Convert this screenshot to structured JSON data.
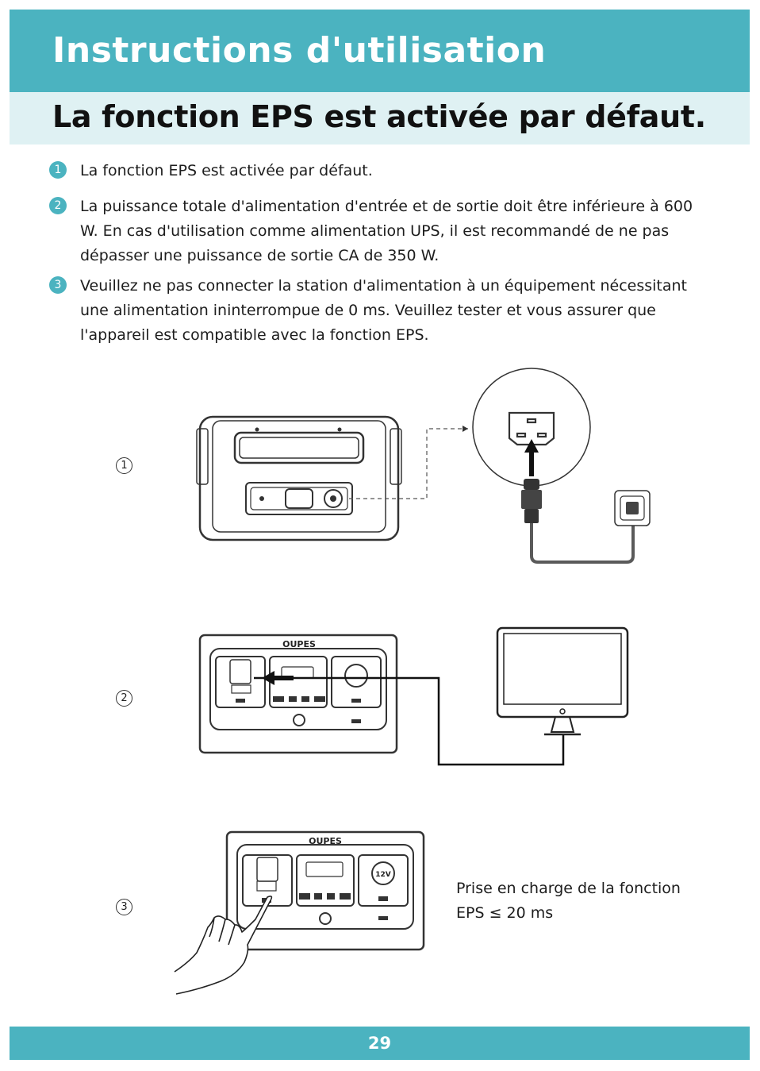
{
  "header": {
    "title": "Instructions d'utilisation",
    "subtitle": "La fonction EPS est activée par défaut."
  },
  "instructions": [
    {
      "number": "1",
      "text": "La fonction EPS est activée par défaut."
    },
    {
      "number": "2",
      "text": "La puissance totale d'alimentation d'entrée et de sortie doit être inférieure à 600 W. En cas d'utilisation comme alimentation UPS, il est recommandé de ne pas dépasser une puissance de sortie CA de 350 W."
    },
    {
      "number": "3",
      "text": "Veuillez ne pas connecter la station d'alimentation à un équipement nécessitant une alimentation ininterrompue de 0 ms. Veuillez tester et vous assurer que l'appareil est compatible avec la fonction EPS."
    }
  ],
  "steps": [
    {
      "label": "1"
    },
    {
      "label": "2"
    },
    {
      "label": "3"
    }
  ],
  "brand": {
    "logo": "OUPES"
  },
  "port_labels": {
    "car_port": "12V"
  },
  "eps_note": {
    "line1": "Prise en charge de la fonction",
    "line2": "EPS ≤ 20 ms"
  },
  "footer": {
    "page_number": "29"
  },
  "colors": {
    "accent": "#4bb3c0",
    "accent_light": "#dff1f3",
    "line": "#333333"
  }
}
